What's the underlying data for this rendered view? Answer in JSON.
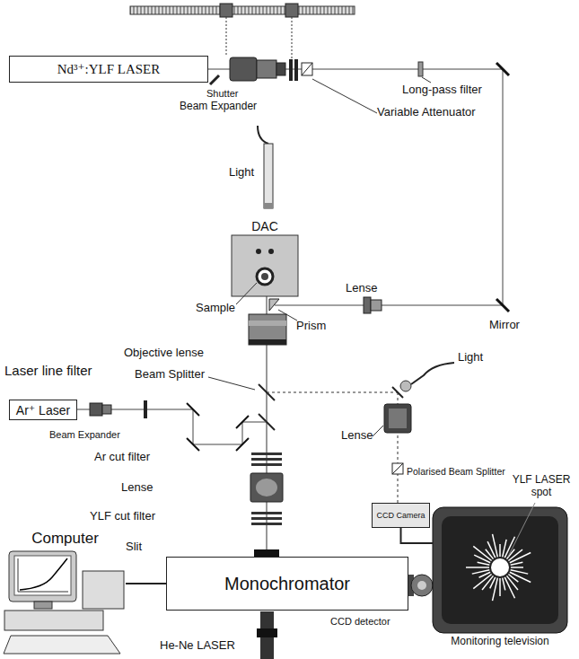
{
  "diagram": {
    "nodes": [
      {
        "text": [
          "Nd³⁺:YLF LASER"
        ]
      },
      {
        "text": [
          "DAC"
        ]
      },
      {
        "text": [
          "Ar⁺ Laser"
        ]
      },
      {
        "text": [
          "Computer"
        ]
      },
      {
        "text": [
          "Monochromator"
        ]
      },
      {
        "text": [
          "CCD Camera"
        ]
      },
      {
        "text": [
          "Monitoring television"
        ]
      }
    ],
    "edges": [
      {
        "from": 4,
        "to": 3,
        "arrow": "none"
      },
      {
        "from": 5,
        "to": 6,
        "arrow": "none"
      }
    ],
    "labels": [
      "Shutter",
      "Beam Expander",
      "Long-pass filter",
      "Variable Attenuator",
      "Light",
      "Sample",
      "Lense",
      "Mirror",
      "Objective lense",
      "Prism",
      "Laser line filter",
      "Beam Splitter",
      "Beam Expander",
      "Ar cut filter",
      "Lense",
      "YLF cut filter",
      "Slit",
      "Light",
      "Lense",
      "Polarised Beam Splitter",
      "YLF LASER spot",
      "CCD detector",
      "He-Ne LASER"
    ]
  }
}
